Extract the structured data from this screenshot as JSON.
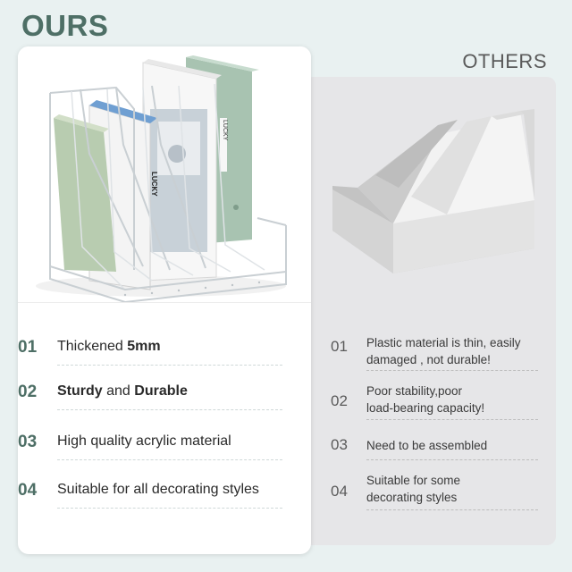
{
  "colors": {
    "accent": "#4e6f66",
    "others_text": "#5a5a5a",
    "background": "#e9f1f1"
  },
  "ours": {
    "title": "OURS",
    "items": [
      {
        "num": "01",
        "parts": [
          {
            "t": "Thickened ",
            "b": false
          },
          {
            "t": "5mm",
            "b": true
          }
        ]
      },
      {
        "num": "02",
        "parts": [
          {
            "t": "Sturdy",
            "b": true
          },
          {
            "t": " and ",
            "b": false
          },
          {
            "t": "Durable",
            "b": true
          }
        ]
      },
      {
        "num": "03",
        "parts": [
          {
            "t": "High quality acrylic material",
            "b": false
          }
        ]
      },
      {
        "num": "04",
        "parts": [
          {
            "t": "Suitable for all decorating styles",
            "b": false
          }
        ]
      }
    ],
    "photo": {
      "book_label": "LUCKY",
      "binder_label": "LUCKY"
    }
  },
  "others": {
    "title": "OTHERS",
    "items": [
      {
        "num": "01",
        "lines": [
          "Plastic material is thin, easily",
          "damaged , not durable!"
        ]
      },
      {
        "num": "02",
        "lines": [
          "Poor stability,poor",
          "load-bearing capacity!"
        ]
      },
      {
        "num": "03",
        "lines": [
          "Need to be assembled"
        ]
      },
      {
        "num": "04",
        "lines": [
          "Suitable for some",
          "decorating styles"
        ]
      }
    ]
  }
}
